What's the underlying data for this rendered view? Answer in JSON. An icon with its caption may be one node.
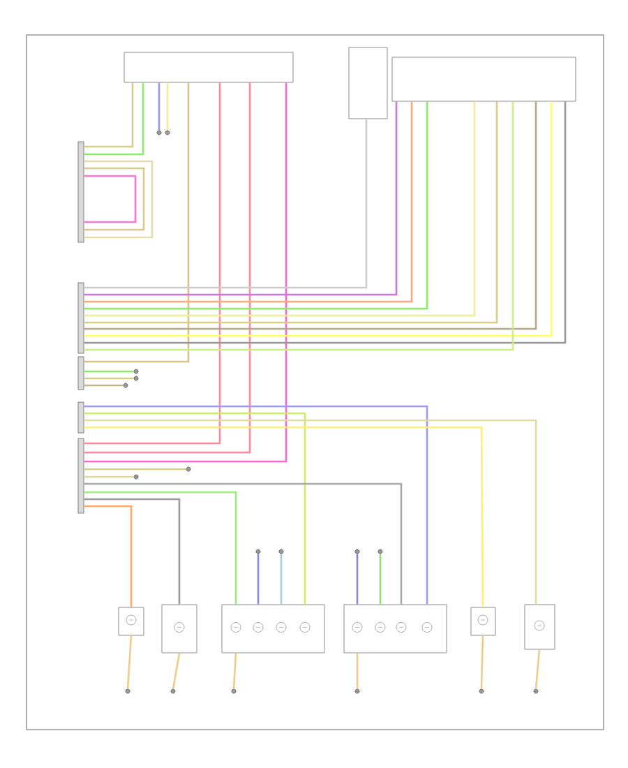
{
  "diagram": {
    "nodes": [
      {
        "text": [],
        "shape": "box"
      },
      {
        "text": [],
        "shape": "box"
      },
      {
        "text": [],
        "shape": "box"
      },
      {
        "text": [],
        "shape": "bar"
      },
      {
        "text": [],
        "shape": "bar"
      },
      {
        "text": [],
        "shape": "bar"
      },
      {
        "text": [],
        "shape": "bar"
      },
      {
        "text": [],
        "shape": "bar"
      },
      {
        "text": [],
        "shape": "box"
      },
      {
        "text": [],
        "shape": "box"
      },
      {
        "text": [],
        "shape": "box"
      },
      {
        "text": [],
        "shape": "box"
      },
      {
        "text": [],
        "shape": "box"
      },
      {
        "text": [],
        "shape": "box"
      },
      {
        "text": [],
        "shape": "circle"
      },
      {
        "text": [],
        "shape": "circle"
      },
      {
        "text": [],
        "shape": "circle"
      },
      {
        "text": [],
        "shape": "circle"
      },
      {
        "text": [],
        "shape": "circle"
      },
      {
        "text": [],
        "shape": "circle"
      },
      {
        "text": [],
        "shape": "circle"
      },
      {
        "text": [],
        "shape": "circle"
      },
      {
        "text": [],
        "shape": "circle"
      },
      {
        "text": [],
        "shape": "circle"
      },
      {
        "text": [],
        "shape": "circle"
      },
      {
        "text": [],
        "shape": "circle"
      },
      {
        "text": [],
        "shape": "circle"
      },
      {
        "text": [],
        "shape": "circle"
      },
      {
        "text": [],
        "shape": "circle"
      },
      {
        "text": [],
        "shape": "circle"
      },
      {
        "text": [],
        "shape": "circle"
      }
    ],
    "edges": [
      {
        "from": 0,
        "to": 3,
        "arrow": "none",
        "color": "#d6cf8a"
      },
      {
        "from": 0,
        "to": 3,
        "arrow": "none",
        "color": "#88ee66"
      },
      {
        "from": 3,
        "to": 3,
        "arrow": "none",
        "color": "#e8d9b0"
      },
      {
        "from": 3,
        "to": 3,
        "arrow": "none",
        "color": "#d6c890"
      },
      {
        "from": 3,
        "to": 3,
        "arrow": "none",
        "color": "#ff77cc"
      },
      {
        "from": 0,
        "to": 20,
        "arrow": "none",
        "color": "#9999ee"
      },
      {
        "from": 0,
        "to": 21,
        "arrow": "none",
        "color": "#eeee99"
      },
      {
        "from": 0,
        "to": 5,
        "arrow": "none",
        "color": "#d9c38c"
      },
      {
        "from": 0,
        "to": 7,
        "arrow": "none",
        "color": "#ff8899"
      },
      {
        "from": 0,
        "to": 7,
        "arrow": "none",
        "color": "#ff8899"
      },
      {
        "from": 0,
        "to": 7,
        "arrow": "none",
        "color": "#ff66cc"
      },
      {
        "from": 1,
        "to": 4,
        "arrow": "none",
        "color": "#cccccc"
      },
      {
        "from": 2,
        "to": 4,
        "arrow": "none",
        "color": "#cc77dd"
      },
      {
        "from": 2,
        "to": 4,
        "arrow": "none",
        "color": "#ffaa77"
      },
      {
        "from": 2,
        "to": 4,
        "arrow": "none",
        "color": "#88ee66"
      },
      {
        "from": 2,
        "to": 4,
        "arrow": "none",
        "color": "#eeee99"
      },
      {
        "from": 2,
        "to": 4,
        "arrow": "none",
        "color": "#d6cf8a"
      },
      {
        "from": 2,
        "to": 4,
        "arrow": "none",
        "color": "#b8a88a"
      },
      {
        "from": 2,
        "to": 4,
        "arrow": "none",
        "color": "#ffff66"
      },
      {
        "from": 2,
        "to": 4,
        "arrow": "none",
        "color": "#999999"
      },
      {
        "from": 2,
        "to": 4,
        "arrow": "none",
        "color": "#ccee88"
      },
      {
        "from": 5,
        "to": 22,
        "arrow": "none",
        "color": "#88ee66"
      },
      {
        "from": 5,
        "to": 23,
        "arrow": "none",
        "color": "#d6cf8a"
      },
      {
        "from": 5,
        "to": 24,
        "arrow": "none",
        "color": "#c9b48a"
      },
      {
        "from": 6,
        "to": 11,
        "arrow": "none",
        "color": "#9999ff"
      },
      {
        "from": 6,
        "to": 10,
        "arrow": "none",
        "color": "#ccee66"
      },
      {
        "from": 6,
        "to": 13,
        "arrow": "none",
        "color": "#e0dca0"
      },
      {
        "from": 6,
        "to": 12,
        "arrow": "none",
        "color": "#ffee77"
      },
      {
        "from": 7,
        "to": 25,
        "arrow": "none",
        "color": "#d6cf8a"
      },
      {
        "from": 7,
        "to": 26,
        "arrow": "none",
        "color": "#e0dca0"
      },
      {
        "from": 7,
        "to": 11,
        "arrow": "none",
        "color": "#aaaaaa"
      },
      {
        "from": 7,
        "to": 10,
        "arrow": "none",
        "color": "#99ee77"
      },
      {
        "from": 7,
        "to": 9,
        "arrow": "none",
        "color": "#999999"
      },
      {
        "from": 7,
        "to": 8,
        "arrow": "none",
        "color": "#ffaa66"
      },
      {
        "from": 27,
        "to": 10,
        "arrow": "none",
        "color": "#8888ff"
      },
      {
        "from": 28,
        "to": 10,
        "arrow": "none",
        "color": "#aaccdd"
      },
      {
        "from": 29,
        "to": 11,
        "arrow": "none",
        "color": "#8888cc"
      },
      {
        "from": 30,
        "to": 11,
        "arrow": "none",
        "color": "#99dd77"
      },
      {
        "from": 8,
        "to": 14,
        "arrow": "none",
        "color": "#eecc88"
      },
      {
        "from": 9,
        "to": 15,
        "arrow": "none",
        "color": "#eecc88"
      },
      {
        "from": 10,
        "to": 16,
        "arrow": "none",
        "color": "#eecc88"
      },
      {
        "from": 11,
        "to": 17,
        "arrow": "none",
        "color": "#eecc88"
      },
      {
        "from": 12,
        "to": 18,
        "arrow": "none",
        "color": "#eecc88"
      },
      {
        "from": 13,
        "to": 19,
        "arrow": "none",
        "color": "#eecc88"
      }
    ]
  }
}
